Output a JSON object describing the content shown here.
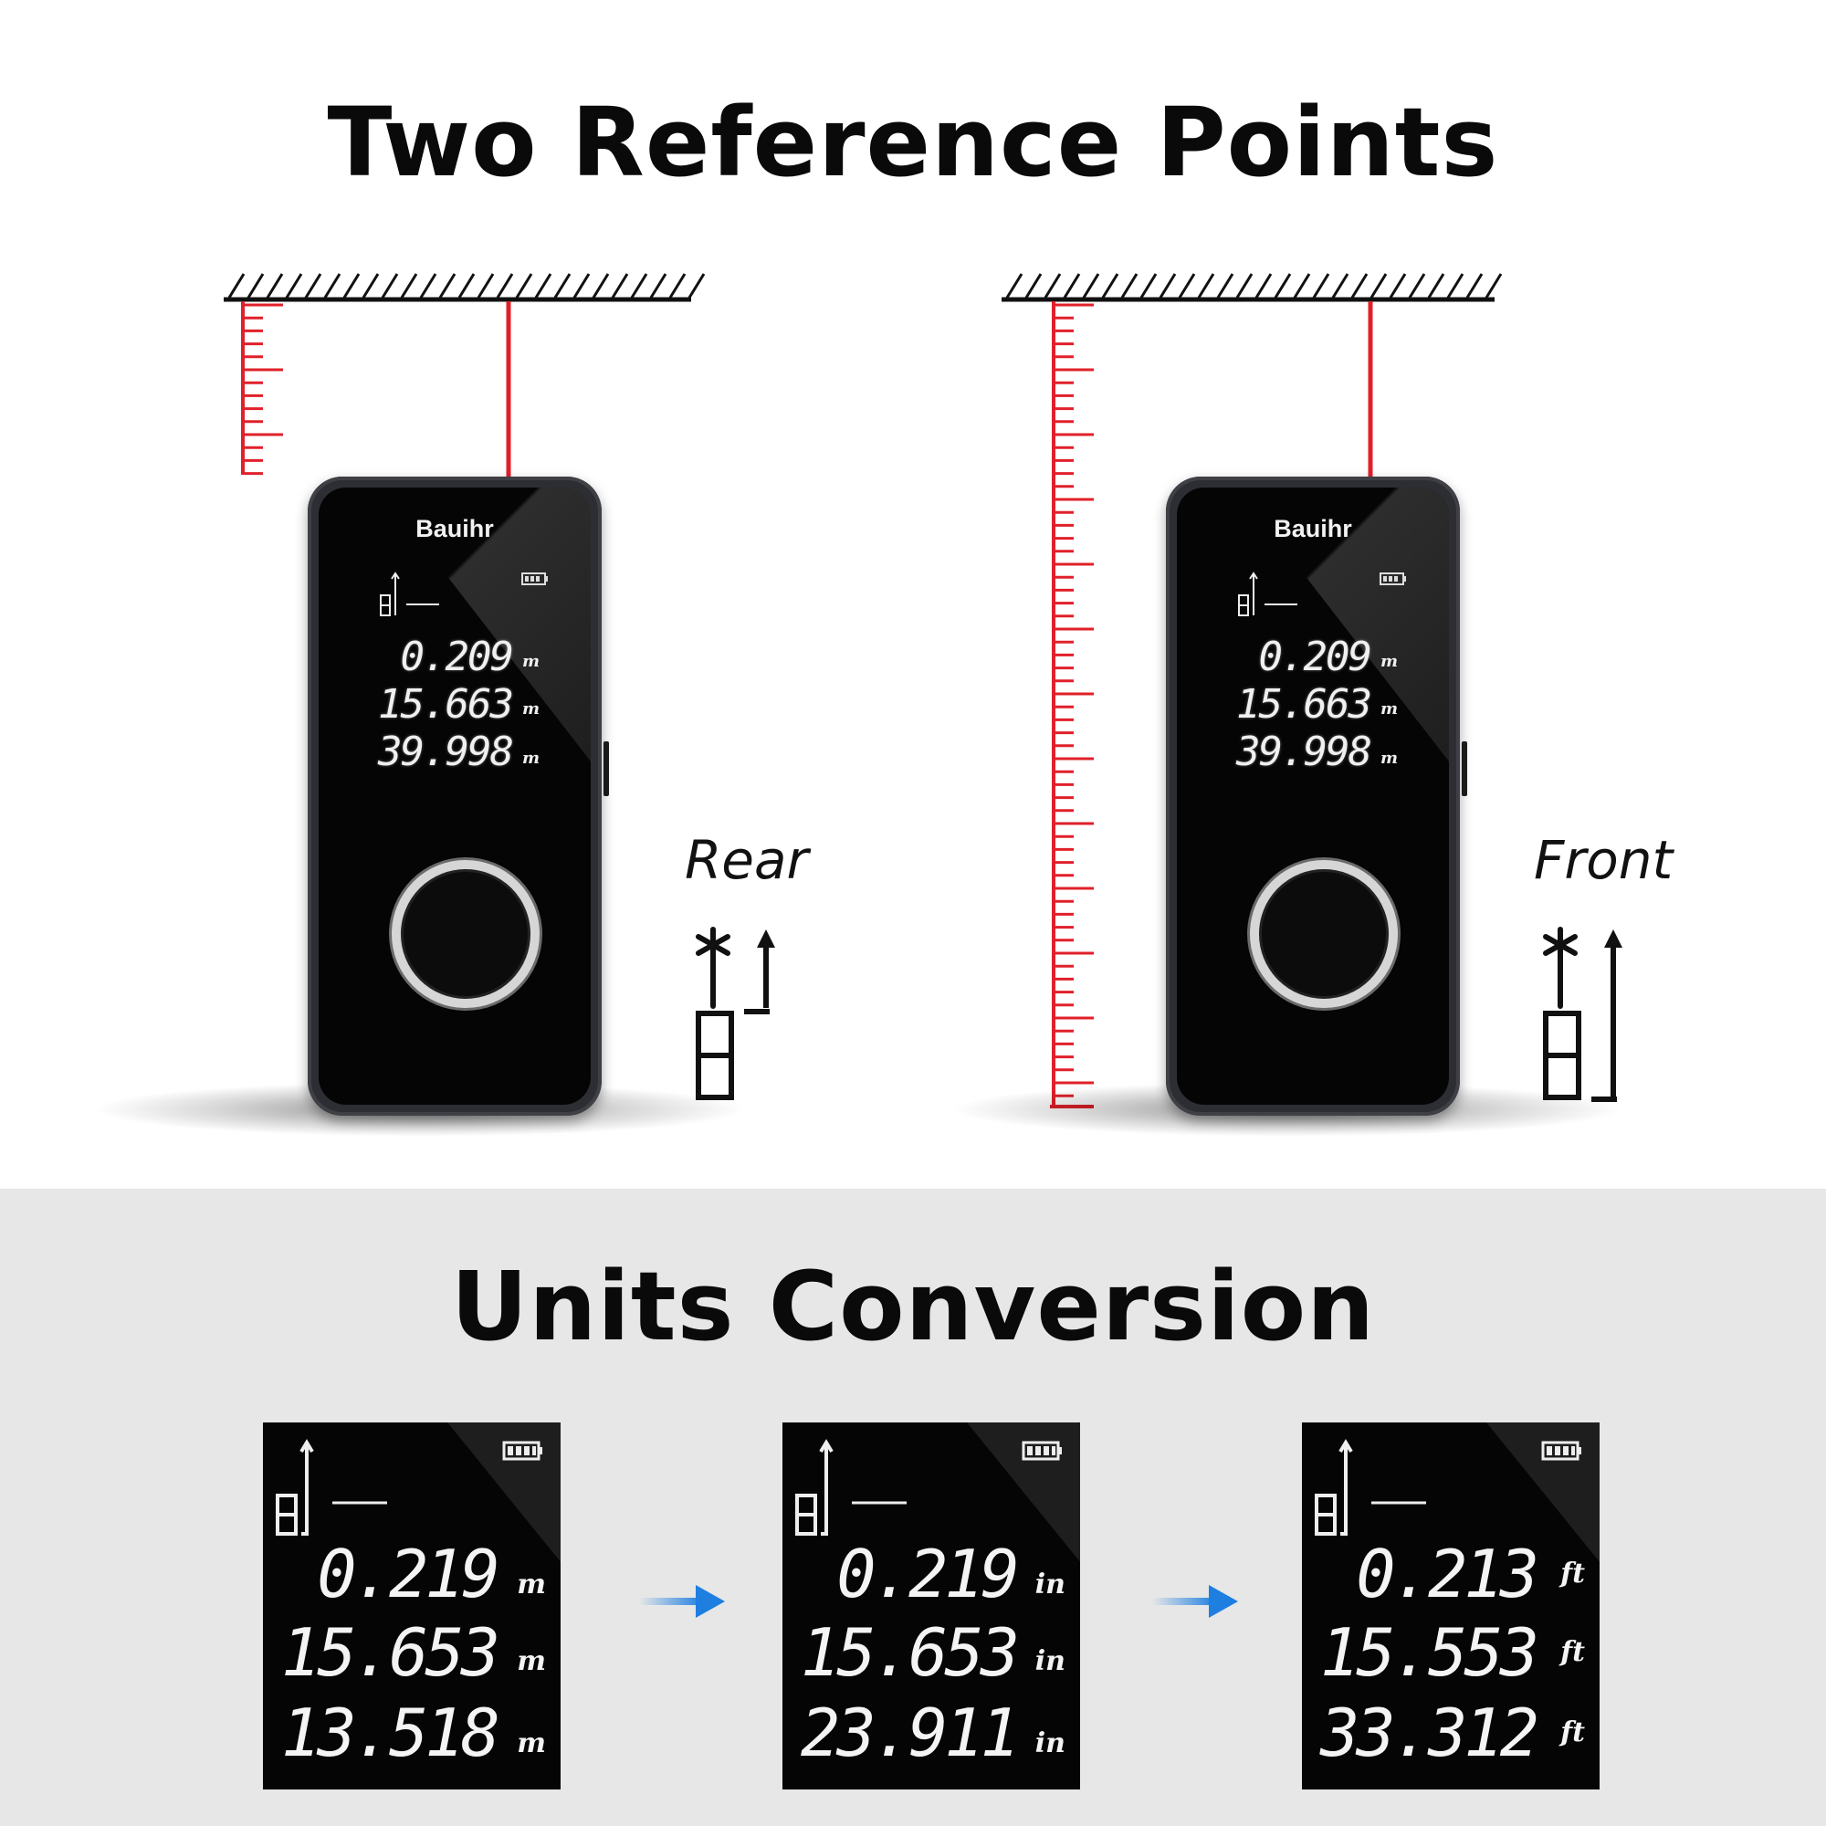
{
  "titles": {
    "top": "Two Reference Points",
    "bottom": "Units Conversion"
  },
  "brand": "Bauihr",
  "labels": {
    "rear": "Rear",
    "front": "Front"
  },
  "device_readings": [
    {
      "value": "0.209",
      "unit": "m"
    },
    {
      "value": "15.663",
      "unit": "m"
    },
    {
      "value": "39.998",
      "unit": "m"
    }
  ],
  "panels": [
    {
      "rows": [
        {
          "value": "0.219",
          "unit": "m"
        },
        {
          "value": "15.653",
          "unit": "m"
        },
        {
          "value": "13.518",
          "unit": "m"
        }
      ]
    },
    {
      "rows": [
        {
          "value": "0.219",
          "unit": "in"
        },
        {
          "value": "15.653",
          "unit": "in"
        },
        {
          "value": "23.911",
          "unit": "in"
        }
      ]
    },
    {
      "rows": [
        {
          "value": "0.213",
          "unit": "ft"
        },
        {
          "value": "15.553",
          "unit": "ft"
        },
        {
          "value": "33.312",
          "unit": "ft"
        }
      ]
    }
  ],
  "colors": {
    "laser": "#e0202a",
    "arrow": "#1e7fe0",
    "lcd": "#f0f0f0",
    "band": "#e7e7e7"
  },
  "icons": [
    "battery-icon",
    "device-reference-icon",
    "laser-star-icon",
    "arrow-right-icon",
    "hatched-ceiling-icon",
    "ruler-scale-icon"
  ]
}
